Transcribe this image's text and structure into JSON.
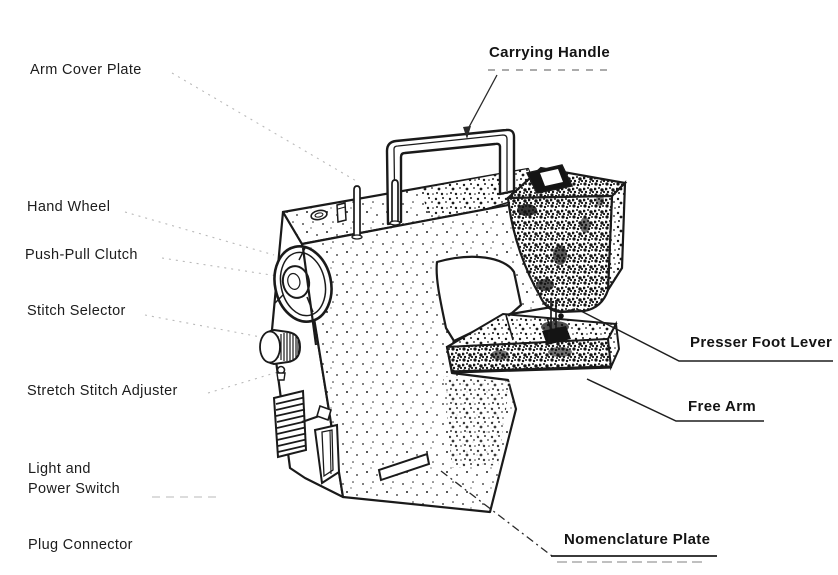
{
  "document": {
    "kind": "parts-diagram",
    "subject": "sewing-machine"
  },
  "colors": {
    "ink": "#1a1a1a",
    "background": "#ffffff",
    "faint_leader": "#b9b9b9"
  },
  "labels": {
    "arm_cover_plate": "Arm Cover Plate",
    "carrying_handle": "Carrying Handle",
    "hand_wheel": "Hand Wheel",
    "push_pull_clutch": "Push-Pull Clutch",
    "stitch_selector": "Stitch Selector",
    "stretch_stitch_adjuster": "Stretch Stitch Adjuster",
    "light_and_power_switch_line1": "Light and",
    "light_and_power_switch_line2": "Power Switch",
    "plug_connector": "Plug Connector",
    "presser_foot_lever": "Presser Foot Lever",
    "free_arm": "Free Arm",
    "nomenclature_plate": "Nomenclature Plate"
  }
}
